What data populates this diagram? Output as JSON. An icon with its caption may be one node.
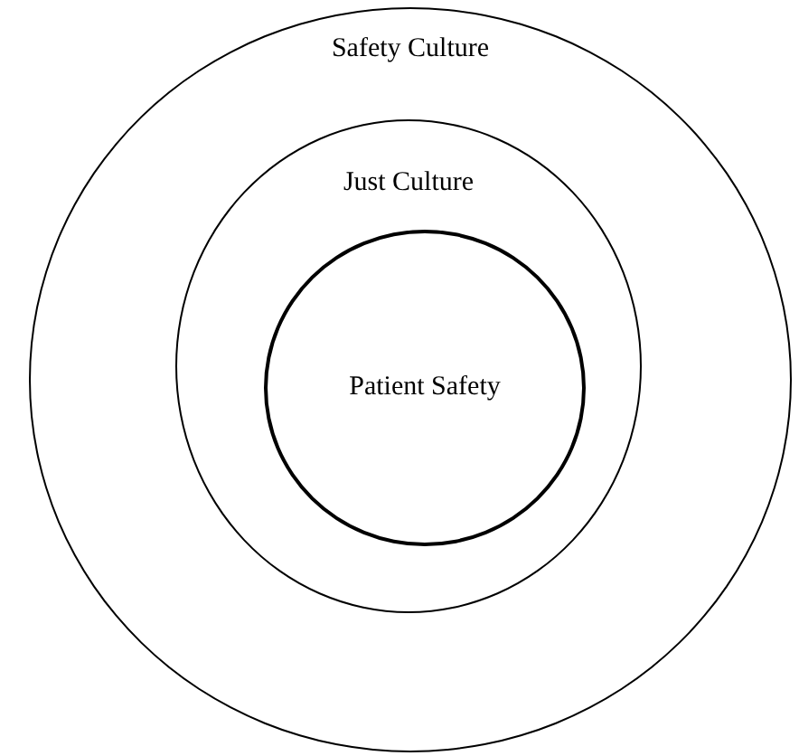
{
  "diagram": {
    "nodes": [
      {
        "text": [
          "Safety Culture"
        ]
      },
      {
        "text": [
          "Just Culture"
        ],
        "in": 0
      },
      {
        "text": [
          "Patient Safety"
        ],
        "in": 1
      }
    ]
  }
}
